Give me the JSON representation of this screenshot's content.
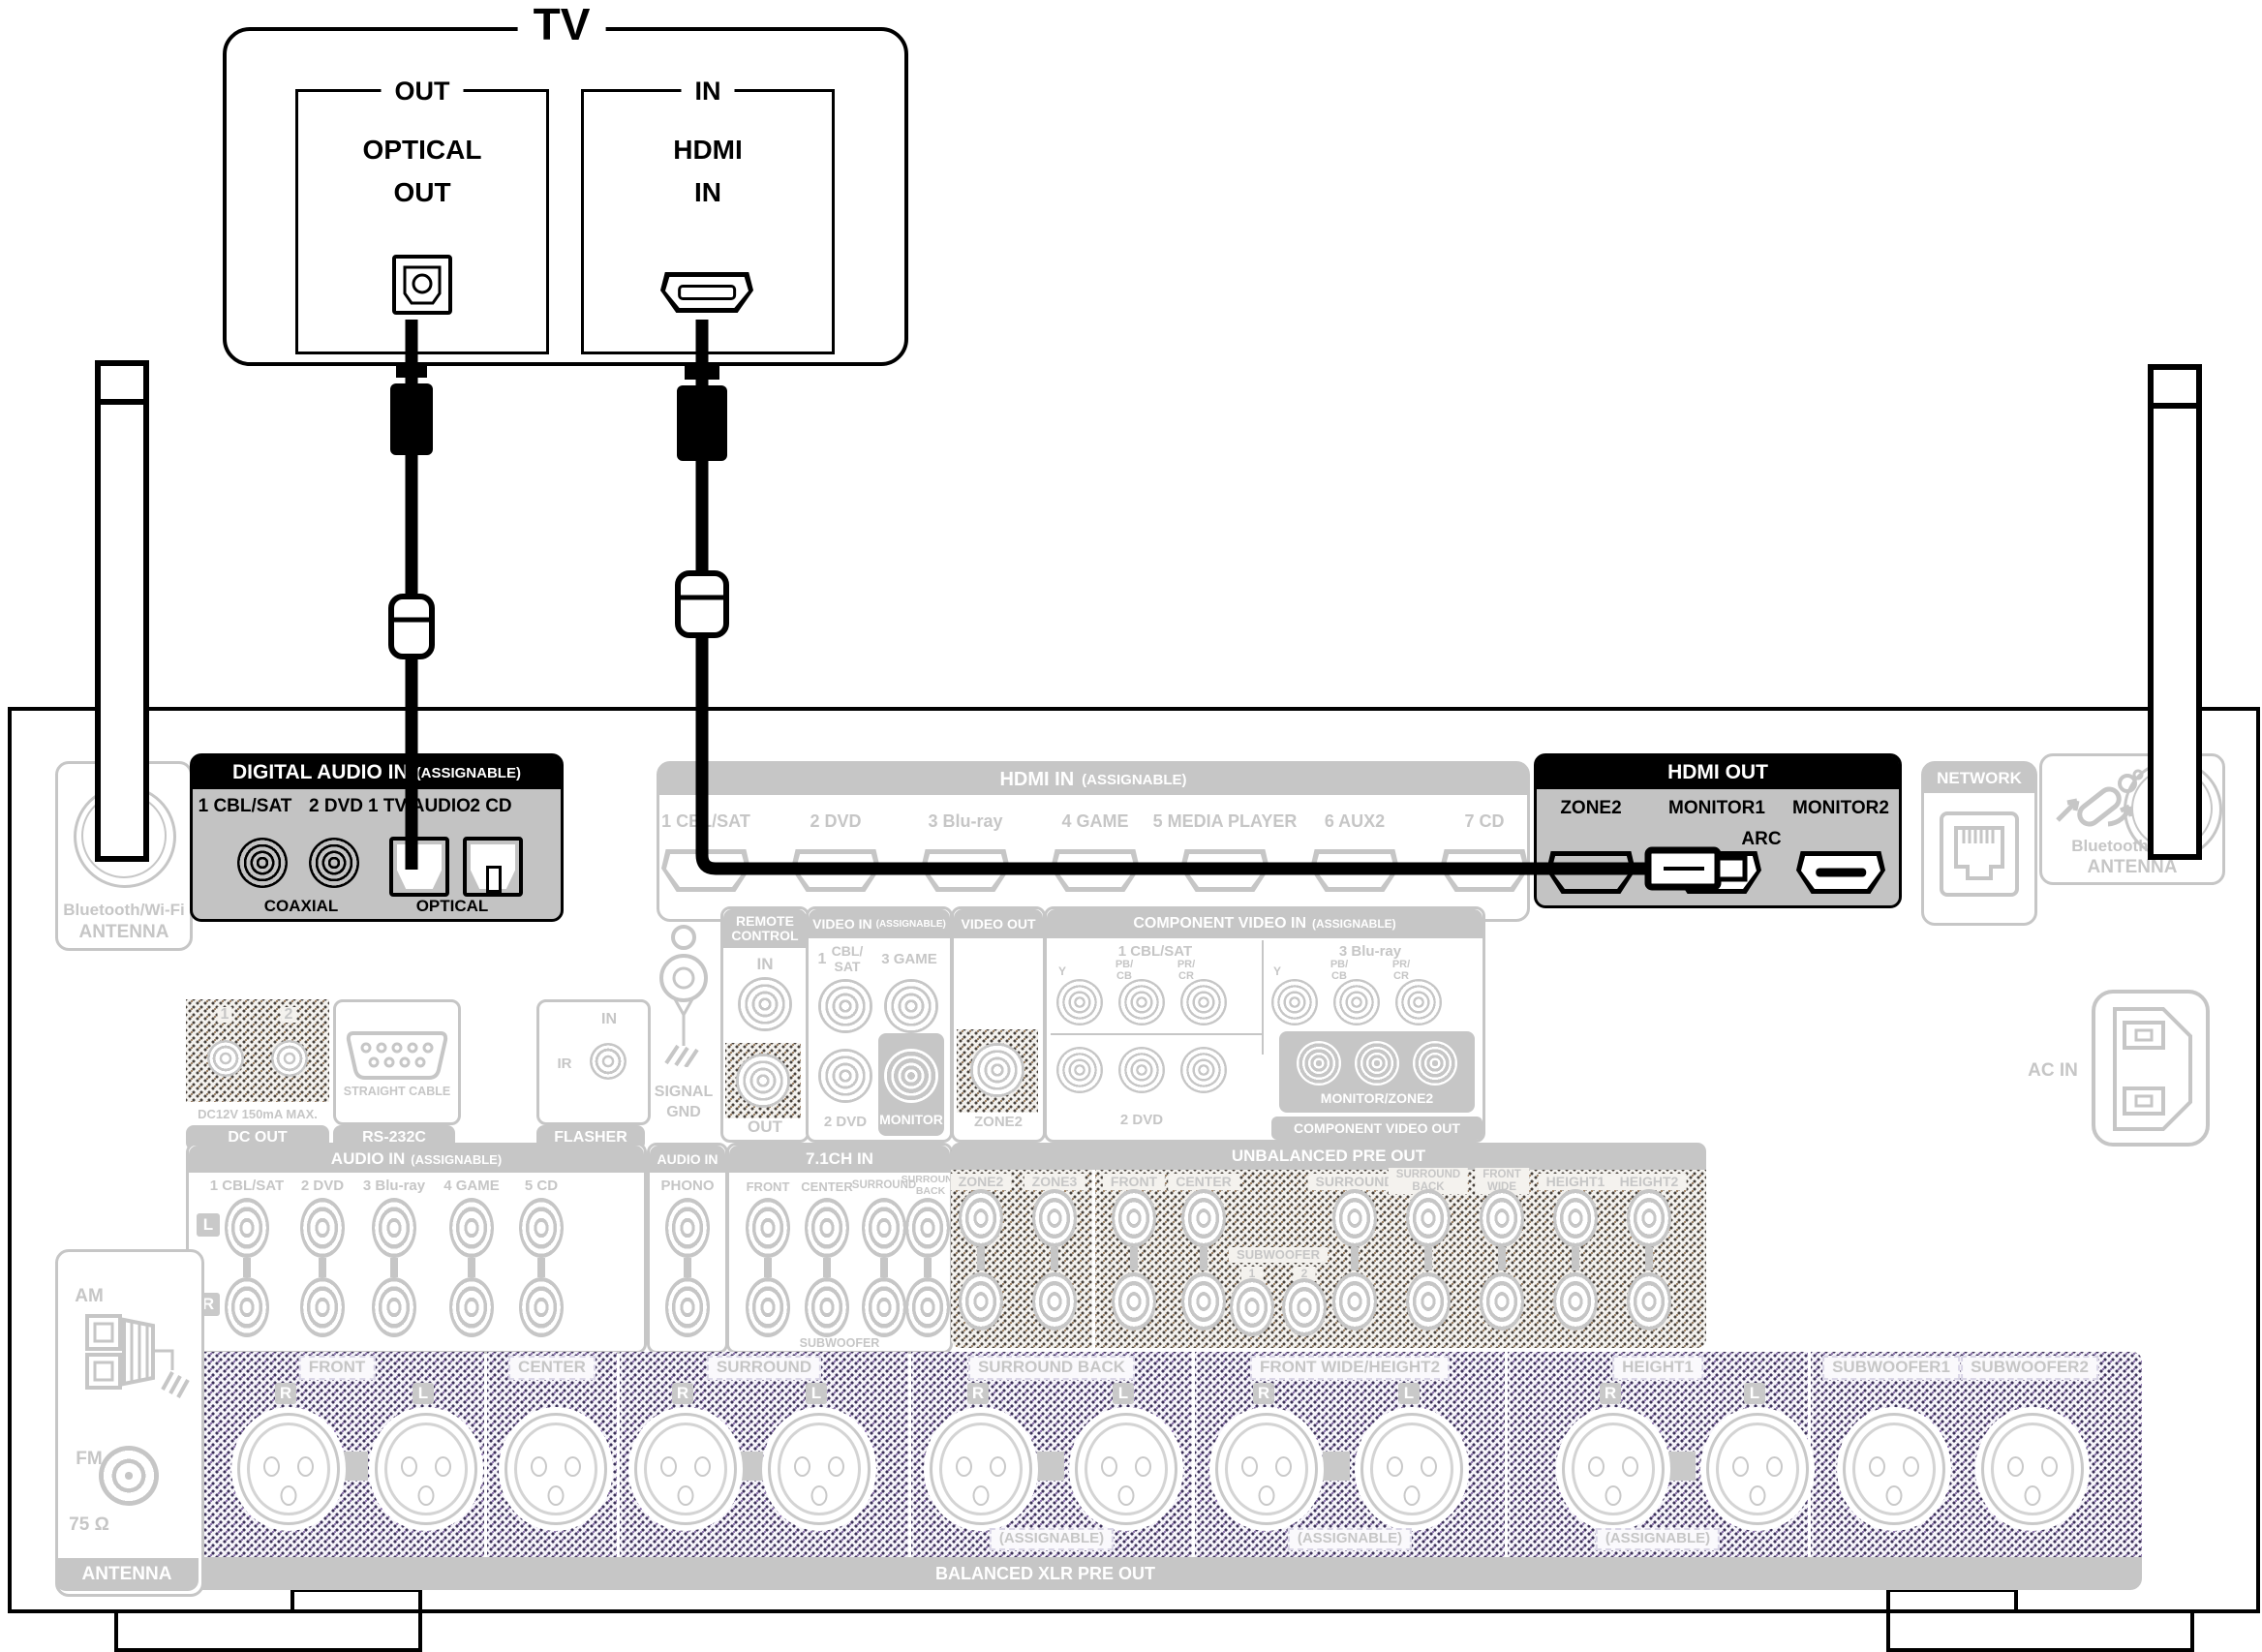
{
  "colors": {
    "highlight": "#000000",
    "faded": "#c6c6c6",
    "panel_gray": "#c3c3c3"
  },
  "tv": {
    "title": "TV",
    "optical_top": "OUT",
    "optical_l1": "OPTICAL",
    "optical_l2": "OUT",
    "hdmi_top": "IN",
    "hdmi_l1": "HDMI",
    "hdmi_l2": "IN"
  },
  "rx": {
    "asgn": "(ASSIGNABLE)",
    "bt": {
      "l1": "Bluetooth/Wi-Fi",
      "l2": "ANTENNA"
    },
    "dai": {
      "title": "DIGITAL AUDIO IN",
      "ports": [
        "1 CBL/SAT",
        "2 DVD",
        "1 TV AUDIO",
        "2 CD"
      ],
      "coaxial": "COAXIAL",
      "optical": "OPTICAL"
    },
    "hdmi_in": {
      "title": "HDMI IN",
      "ports": [
        "1 CBL/SAT",
        "2 DVD",
        "3 Blu-ray",
        "4 GAME",
        "5 MEDIA PLAYER",
        "6 AUX2",
        "7 CD"
      ]
    },
    "hdmi_out": {
      "title": "HDMI OUT",
      "zone2": "ZONE2",
      "mon1": "MONITOR1",
      "mon2": "MONITOR2",
      "arc": "ARC"
    },
    "network": {
      "title": "NETWORK"
    },
    "remote": {
      "t1": "REMOTE",
      "t2": "CONTROL",
      "in_label": "IN",
      "out_label": "OUT"
    },
    "vin": {
      "title": "VIDEO IN",
      "n1": "1",
      "cbl": "CBL/",
      "sat": "SAT",
      "game": "3 GAME",
      "dvd": "2 DVD",
      "monitor": "MONITOR"
    },
    "vout": {
      "title": "VIDEO OUT",
      "zone2": "ZONE2"
    },
    "comp": {
      "title": "COMPONENT VIDEO IN",
      "g1": "1 CBL/SAT",
      "g2": "3 Blu-ray",
      "y": "Y",
      "pb1": "PB/",
      "pb2": "CB",
      "pr1": "PR/",
      "pr2": "CR",
      "dvd": "2 DVD",
      "mz": "MONITOR/ZONE2",
      "out": "COMPONENT VIDEO OUT"
    },
    "dc": {
      "n1": "1",
      "n2": "2",
      "spec": "DC12V 150mA MAX.",
      "title": "DC OUT"
    },
    "rs": {
      "cable": "STRAIGHT CABLE",
      "title": "RS-232C"
    },
    "fl": {
      "in_label": "IN",
      "ir": "IR",
      "title": "FLASHER"
    },
    "gnd": {
      "l1": "SIGNAL",
      "l2": "GND"
    },
    "ain": {
      "title": "AUDIO IN",
      "cols": [
        "1 CBL/SAT",
        "2 DVD",
        "3 Blu-ray",
        "4 GAME",
        "5 CD"
      ],
      "l": "L",
      "r": "R"
    },
    "phono": {
      "title": "AUDIO IN",
      "label": "PHONO"
    },
    "ch71": {
      "title": "7.1CH IN",
      "front": "FRONT",
      "center": "CENTER",
      "surround": "SURROUND",
      "sb1": "SURROUND",
      "sb2": "BACK",
      "sw": "SUBWOOFER"
    },
    "pre": {
      "title": "UNBALANCED PRE OUT",
      "zone2": "ZONE2",
      "zone3": "ZONE3",
      "front": "FRONT",
      "center": "CENTER",
      "surround": "SURROUND",
      "sb1": "SURROUND",
      "sb2": "BACK",
      "fw1": "FRONT",
      "fw2": "WIDE",
      "h1": "HEIGHT1",
      "h2": "HEIGHT2",
      "sw": "SUBWOOFER",
      "sw1": "1",
      "sw2": "2"
    },
    "xlr": {
      "front": "FRONT",
      "center": "CENTER",
      "surround": "SURROUND",
      "sb": "SURROUND BACK",
      "fw": "FRONT WIDE/HEIGHT2",
      "h1": "HEIGHT1",
      "sw1": "SUBWOOFER1",
      "sw2": "SUBWOOFER2",
      "r": "R",
      "l": "L",
      "asgn": "(ASSIGNABLE)",
      "footer": "BALANCED XLR PRE OUT"
    },
    "ant": {
      "am": "AM",
      "fm": "FM",
      "ohm": "75 Ω",
      "title": "ANTENNA"
    },
    "ac": {
      "label": "AC IN"
    }
  }
}
